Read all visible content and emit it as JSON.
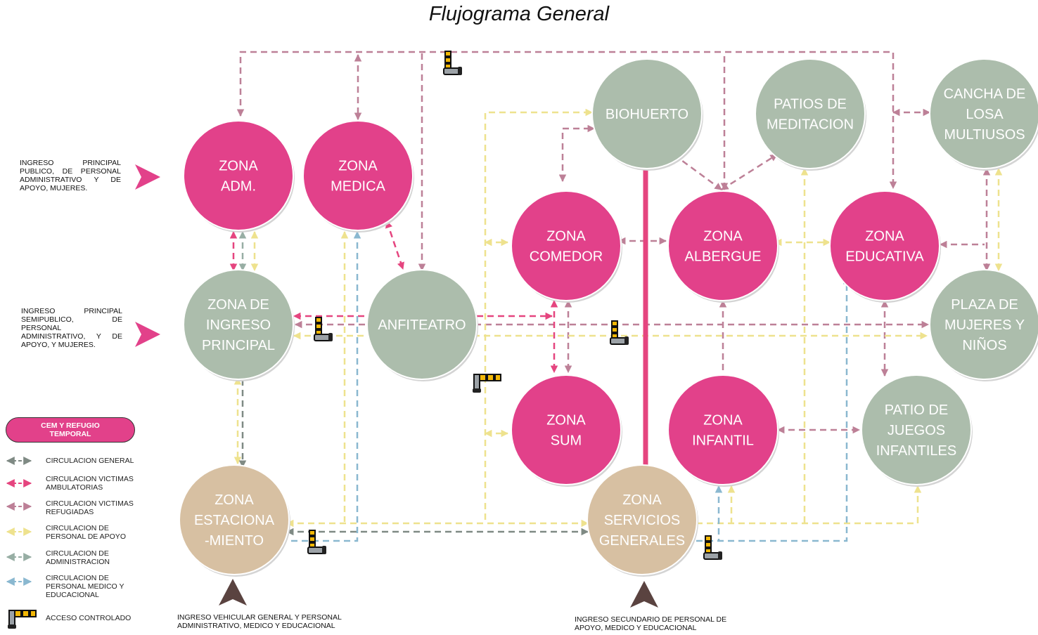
{
  "title": "Flujograma General",
  "colors": {
    "cem": "#e2418a",
    "green": "#acbdac",
    "tan": "#d7c0a2",
    "general": "#7f8a84",
    "ambulatorias": "#e5457f",
    "refugiadas": "#bd8097",
    "apoyo": "#eee28e",
    "administracion": "#97aea4",
    "medico": "#8ab8d0"
  },
  "nodes": [
    {
      "id": "adm",
      "lines": [
        "ZONA",
        "ADM."
      ],
      "kind": "cem"
    },
    {
      "id": "medica",
      "lines": [
        "ZONA",
        "MEDICA"
      ],
      "kind": "cem"
    },
    {
      "id": "ingreso",
      "lines": [
        "ZONA DE",
        "INGRESO",
        "PRINCIPAL"
      ],
      "kind": "green"
    },
    {
      "id": "anfiteatro",
      "lines": [
        "ANFITEATRO"
      ],
      "kind": "green"
    },
    {
      "id": "estacionamiento",
      "lines": [
        "ZONA",
        "ESTACIONA",
        "-MIENTO"
      ],
      "kind": "tan"
    },
    {
      "id": "biohuerto",
      "lines": [
        "BIOHUERTO"
      ],
      "kind": "green"
    },
    {
      "id": "patios",
      "lines": [
        "PATIOS DE",
        "MEDITACION"
      ],
      "kind": "green"
    },
    {
      "id": "cancha",
      "lines": [
        "CANCHA DE",
        "LOSA",
        "MULTIUSOS"
      ],
      "kind": "green"
    },
    {
      "id": "comedor",
      "lines": [
        "ZONA",
        "COMEDOR"
      ],
      "kind": "cem"
    },
    {
      "id": "albergue",
      "lines": [
        "ZONA",
        "ALBERGUE"
      ],
      "kind": "cem"
    },
    {
      "id": "educativa",
      "lines": [
        "ZONA",
        "EDUCATIVA"
      ],
      "kind": "cem"
    },
    {
      "id": "plaza",
      "lines": [
        "PLAZA DE",
        "MUJERES Y",
        "NIÑOS"
      ],
      "kind": "green"
    },
    {
      "id": "sum",
      "lines": [
        "ZONA",
        "SUM"
      ],
      "kind": "cem"
    },
    {
      "id": "infantil",
      "lines": [
        "ZONA",
        "INFANTIL"
      ],
      "kind": "cem"
    },
    {
      "id": "patio_juegos",
      "lines": [
        "PATIO DE",
        "JUEGOS",
        "INFANTILES"
      ],
      "kind": "green"
    },
    {
      "id": "servicios",
      "lines": [
        "ZONA",
        "SERVICIOS",
        "GENERALES"
      ],
      "kind": "tan"
    }
  ],
  "notes": {
    "ingreso_publico": "INGRESO PRINCIPAL PUBLICO, DE PERSONAL ADMINISTRATIVO Y DE APOYO, MUJERES.",
    "ingreso_semipublico": "INGRESO PRINCIPAL SEMIPUBLICO, DE PERSONAL ADMINISTRATIVO, Y DE APOYO, Y MUJERES.",
    "ingreso_vehicular": "INGRESO VEHICULAR GENERAL Y PERSONAL ADMINISTRATIVO, MEDICO Y EDUCACIONAL",
    "ingreso_secundario": "INGRESO SECUNDARIO DE PERSONAL DE APOYO, MEDICO Y EDUCACIONAL"
  },
  "legend": {
    "badge": "CEM Y REFUGIO TEMPORAL",
    "items": [
      {
        "label": "CIRCULACION GENERAL",
        "color": "#7f8a84"
      },
      {
        "label": "CIRCULACION VICTIMAS AMBULATORIAS",
        "color": "#e5457f"
      },
      {
        "label": "CIRCULACION VICTIMAS REFUGIADAS",
        "color": "#bd8097"
      },
      {
        "label": "CIRCULACION DE PERSONAL DE APOYO",
        "color": "#eee28e"
      },
      {
        "label": "CIRCULACION DE ADMINISTRACION",
        "color": "#97aea4"
      },
      {
        "label": "CIRCULACION DE PERSONAL MEDICO Y EDUCACIONAL",
        "color": "#8ab8d0"
      },
      {
        "label": "ACCESO CONTROLADO",
        "icon": "barrier-icon"
      }
    ]
  }
}
